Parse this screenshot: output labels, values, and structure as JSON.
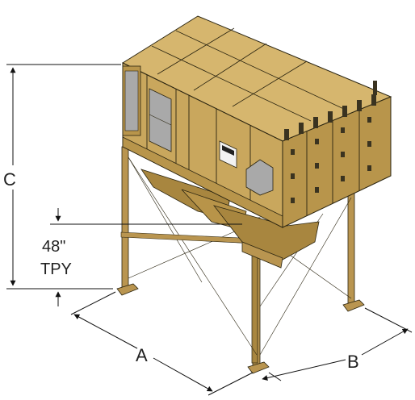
{
  "labels": {
    "dim_a": "A",
    "dim_b": "B",
    "dim_c": "C",
    "clearance_value": "48\"",
    "clearance_unit": "TPY"
  },
  "colors": {
    "body_front": "#c9a75d",
    "body_side": "#b8954b",
    "body_top": "#d6b66e",
    "leg": "#b99550",
    "outline": "#2a2410",
    "hopper": "#a8863f",
    "dim_line": "#111111",
    "door_grey": "#a9a9a9",
    "bolt": "#3a3320"
  }
}
